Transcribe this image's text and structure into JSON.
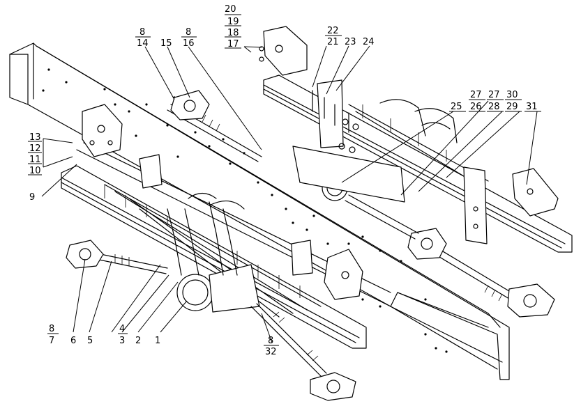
{
  "diagram": {
    "callouts": [
      {
        "id": "c1",
        "text": "1"
      },
      {
        "id": "c2",
        "text": "2"
      },
      {
        "id": "c3",
        "text": "3"
      },
      {
        "id": "c4",
        "text": "4"
      },
      {
        "id": "c5",
        "text": "5"
      },
      {
        "id": "c6",
        "text": "6"
      },
      {
        "id": "c7",
        "text": "7"
      },
      {
        "id": "c8a",
        "text": "8"
      },
      {
        "id": "c9",
        "text": "9"
      },
      {
        "id": "c10",
        "text": "10"
      },
      {
        "id": "c11",
        "text": "11"
      },
      {
        "id": "c12",
        "text": "12"
      },
      {
        "id": "c13",
        "text": "13"
      },
      {
        "id": "c8b",
        "text": "8"
      },
      {
        "id": "c14",
        "text": "14"
      },
      {
        "id": "c15",
        "text": "15"
      },
      {
        "id": "c8c",
        "text": "8"
      },
      {
        "id": "c16",
        "text": "16"
      },
      {
        "id": "c17",
        "text": "17"
      },
      {
        "id": "c18",
        "text": "18"
      },
      {
        "id": "c19",
        "text": "19"
      },
      {
        "id": "c20",
        "text": "20"
      },
      {
        "id": "c21",
        "text": "21"
      },
      {
        "id": "c22",
        "text": "22"
      },
      {
        "id": "c23",
        "text": "23"
      },
      {
        "id": "c24",
        "text": "24"
      },
      {
        "id": "c25",
        "text": "25"
      },
      {
        "id": "c26",
        "text": "26"
      },
      {
        "id": "c27a",
        "text": "27"
      },
      {
        "id": "c27b",
        "text": "27"
      },
      {
        "id": "c28",
        "text": "28"
      },
      {
        "id": "c29",
        "text": "29"
      },
      {
        "id": "c30",
        "text": "30"
      },
      {
        "id": "c31",
        "text": "31"
      },
      {
        "id": "c8d",
        "text": "8"
      },
      {
        "id": "c32",
        "text": "32"
      }
    ]
  }
}
